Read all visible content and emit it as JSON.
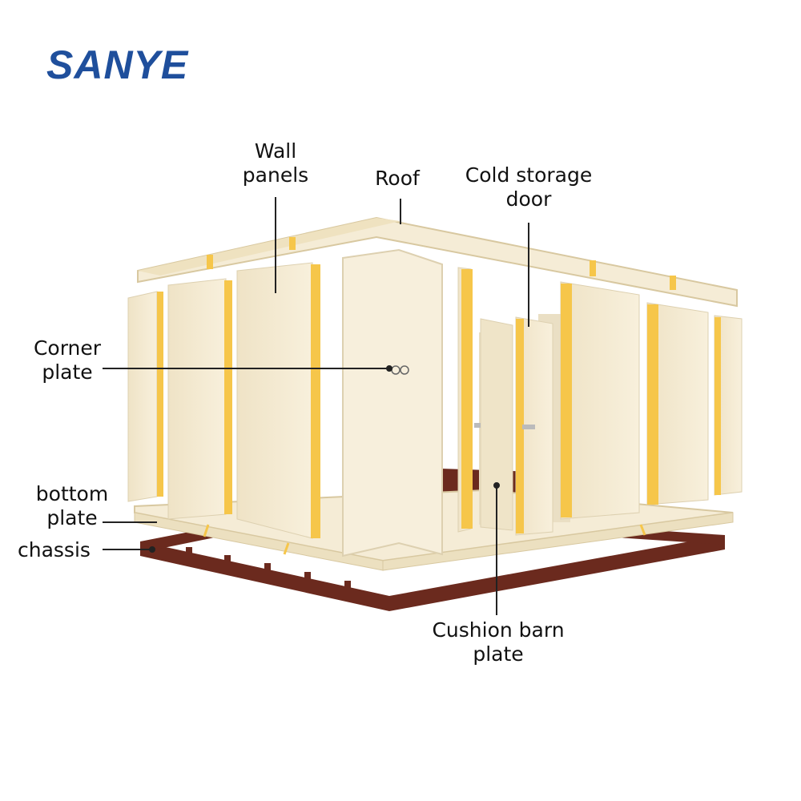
{
  "brand": {
    "logo_text": "SANYE",
    "color": "#1f4f9c"
  },
  "labels": {
    "wall_panels": [
      "Wall",
      "panels"
    ],
    "roof": [
      "Roof"
    ],
    "cold_storage_door": [
      "Cold storage",
      "door"
    ],
    "corner_plate": [
      "Corner",
      "plate"
    ],
    "bottom_plate": [
      "bottom",
      "plate"
    ],
    "chassis": [
      "chassis"
    ],
    "cushion_barn_plate": [
      "Cushion barn",
      "plate"
    ]
  },
  "colors": {
    "panel": "#f4ead2",
    "panel_edge": "#ddd0b0",
    "foam_core": "#f6c64a",
    "chassis": "#6b2a1e",
    "leader_line": "#222222"
  }
}
